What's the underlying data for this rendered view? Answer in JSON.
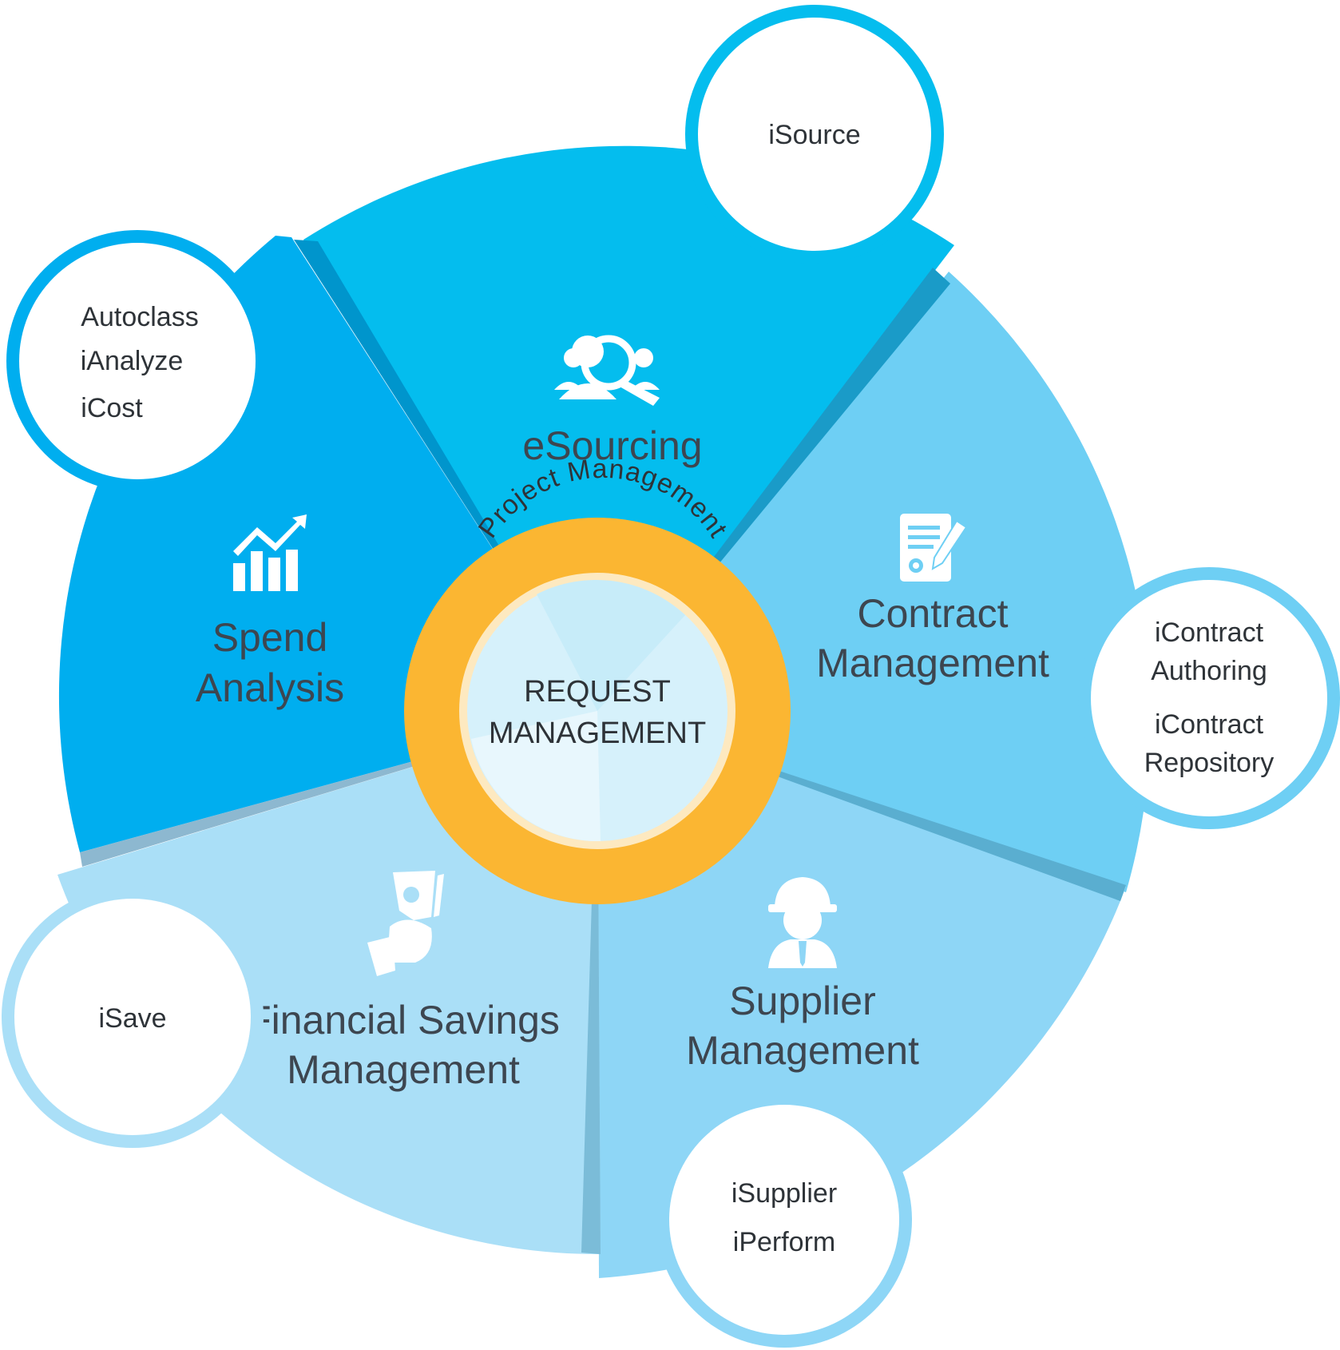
{
  "center": {
    "ring_label": "Project Management",
    "line1": "REQUEST",
    "line2": "MANAGEMENT"
  },
  "segments": {
    "esourcing": {
      "title": "eSourcing",
      "icon": "search-people-icon",
      "color": "#04bdee",
      "bubble": [
        "iSource"
      ]
    },
    "contract": {
      "title_line1": "Contract",
      "title_line2": "Management",
      "icon": "contract-document-icon",
      "color": "#6ecff4",
      "bubble": [
        "iContract",
        "Authoring",
        "iContract",
        "Repository"
      ]
    },
    "supplier": {
      "title_line1": "Supplier",
      "title_line2": "Management",
      "icon": "supplier-worker-icon",
      "color": "#8ed6f6",
      "bubble": [
        "iSupplier",
        "iPerform"
      ]
    },
    "savings": {
      "title_line1": "Financial Savings",
      "title_line2": "Management",
      "icon": "money-hand-icon",
      "color": "#aadff7",
      "bubble": [
        "iSave"
      ]
    },
    "spend": {
      "title_line1": "Spend",
      "title_line2": "Analysis",
      "icon": "bar-chart-trend-icon",
      "color": "#00aeef",
      "bubble": [
        "Autoclass",
        "iAnalyze",
        "iCost"
      ]
    }
  },
  "colors": {
    "ring": "#fbb632",
    "ring_inner_border": "#fde9c0",
    "center_fill": "#d6f1fb",
    "text_dark": "#3d4650"
  }
}
